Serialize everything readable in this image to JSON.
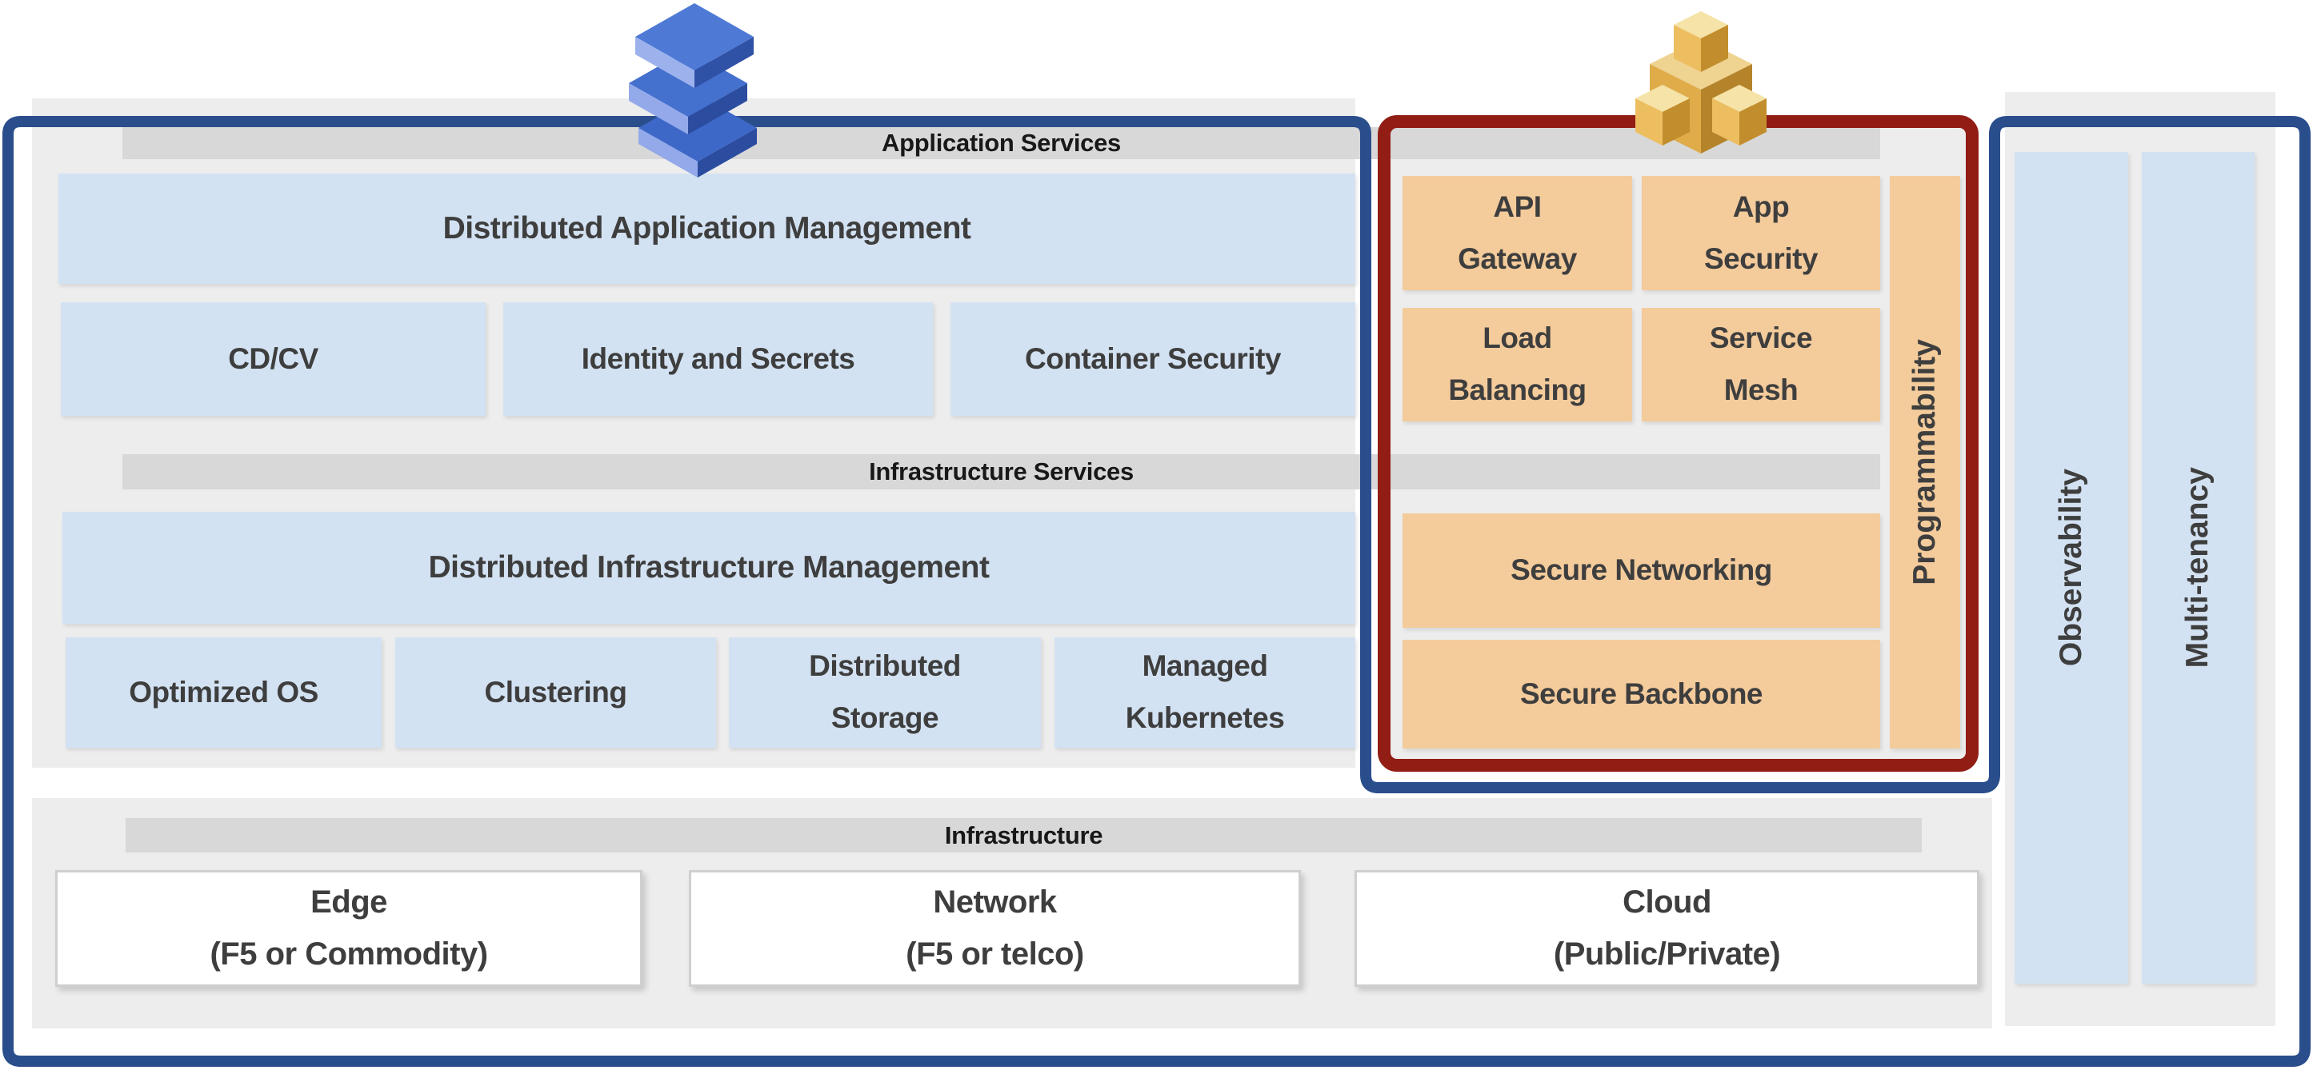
{
  "app_services": {
    "header": "Application Services",
    "management": "Distributed Application Management",
    "blocks": [
      "CD/CV",
      "Identity and Secrets",
      "Container Security"
    ]
  },
  "infra_services": {
    "header": "Infrastructure Services",
    "management": "Distributed Infrastructure Management",
    "blocks": [
      "Optimized OS",
      "Clustering",
      "Distributed\nStorage",
      "Managed\nKubernetes"
    ]
  },
  "edge_services": {
    "blocks": [
      "API\nGateway",
      "App\nSecurity",
      "Load\nBalancing",
      "Service\nMesh",
      "Secure Networking",
      "Secure Backbone"
    ],
    "side_label": "Programmability"
  },
  "platform": {
    "columns": [
      "Observability",
      "Multi-tenancy"
    ]
  },
  "infrastructure": {
    "header": "Infrastructure",
    "blocks": [
      "Edge\n(F5 or Commodity)",
      "Network\n(F5 or telco)",
      "Cloud\n(Public/Private)"
    ]
  },
  "icons": {
    "stack": "application-layers-icon",
    "cubes": "distributed-modules-icon"
  },
  "colors": {
    "border_blue": "#2A4E8C",
    "border_red": "#911D15",
    "block_blue": "#D3E2F2",
    "block_orange": "#F4CB9B",
    "header_bar": "#D8D8D8",
    "panel_gray": "#EDEDED",
    "text_dark": "#3E3E3E"
  }
}
